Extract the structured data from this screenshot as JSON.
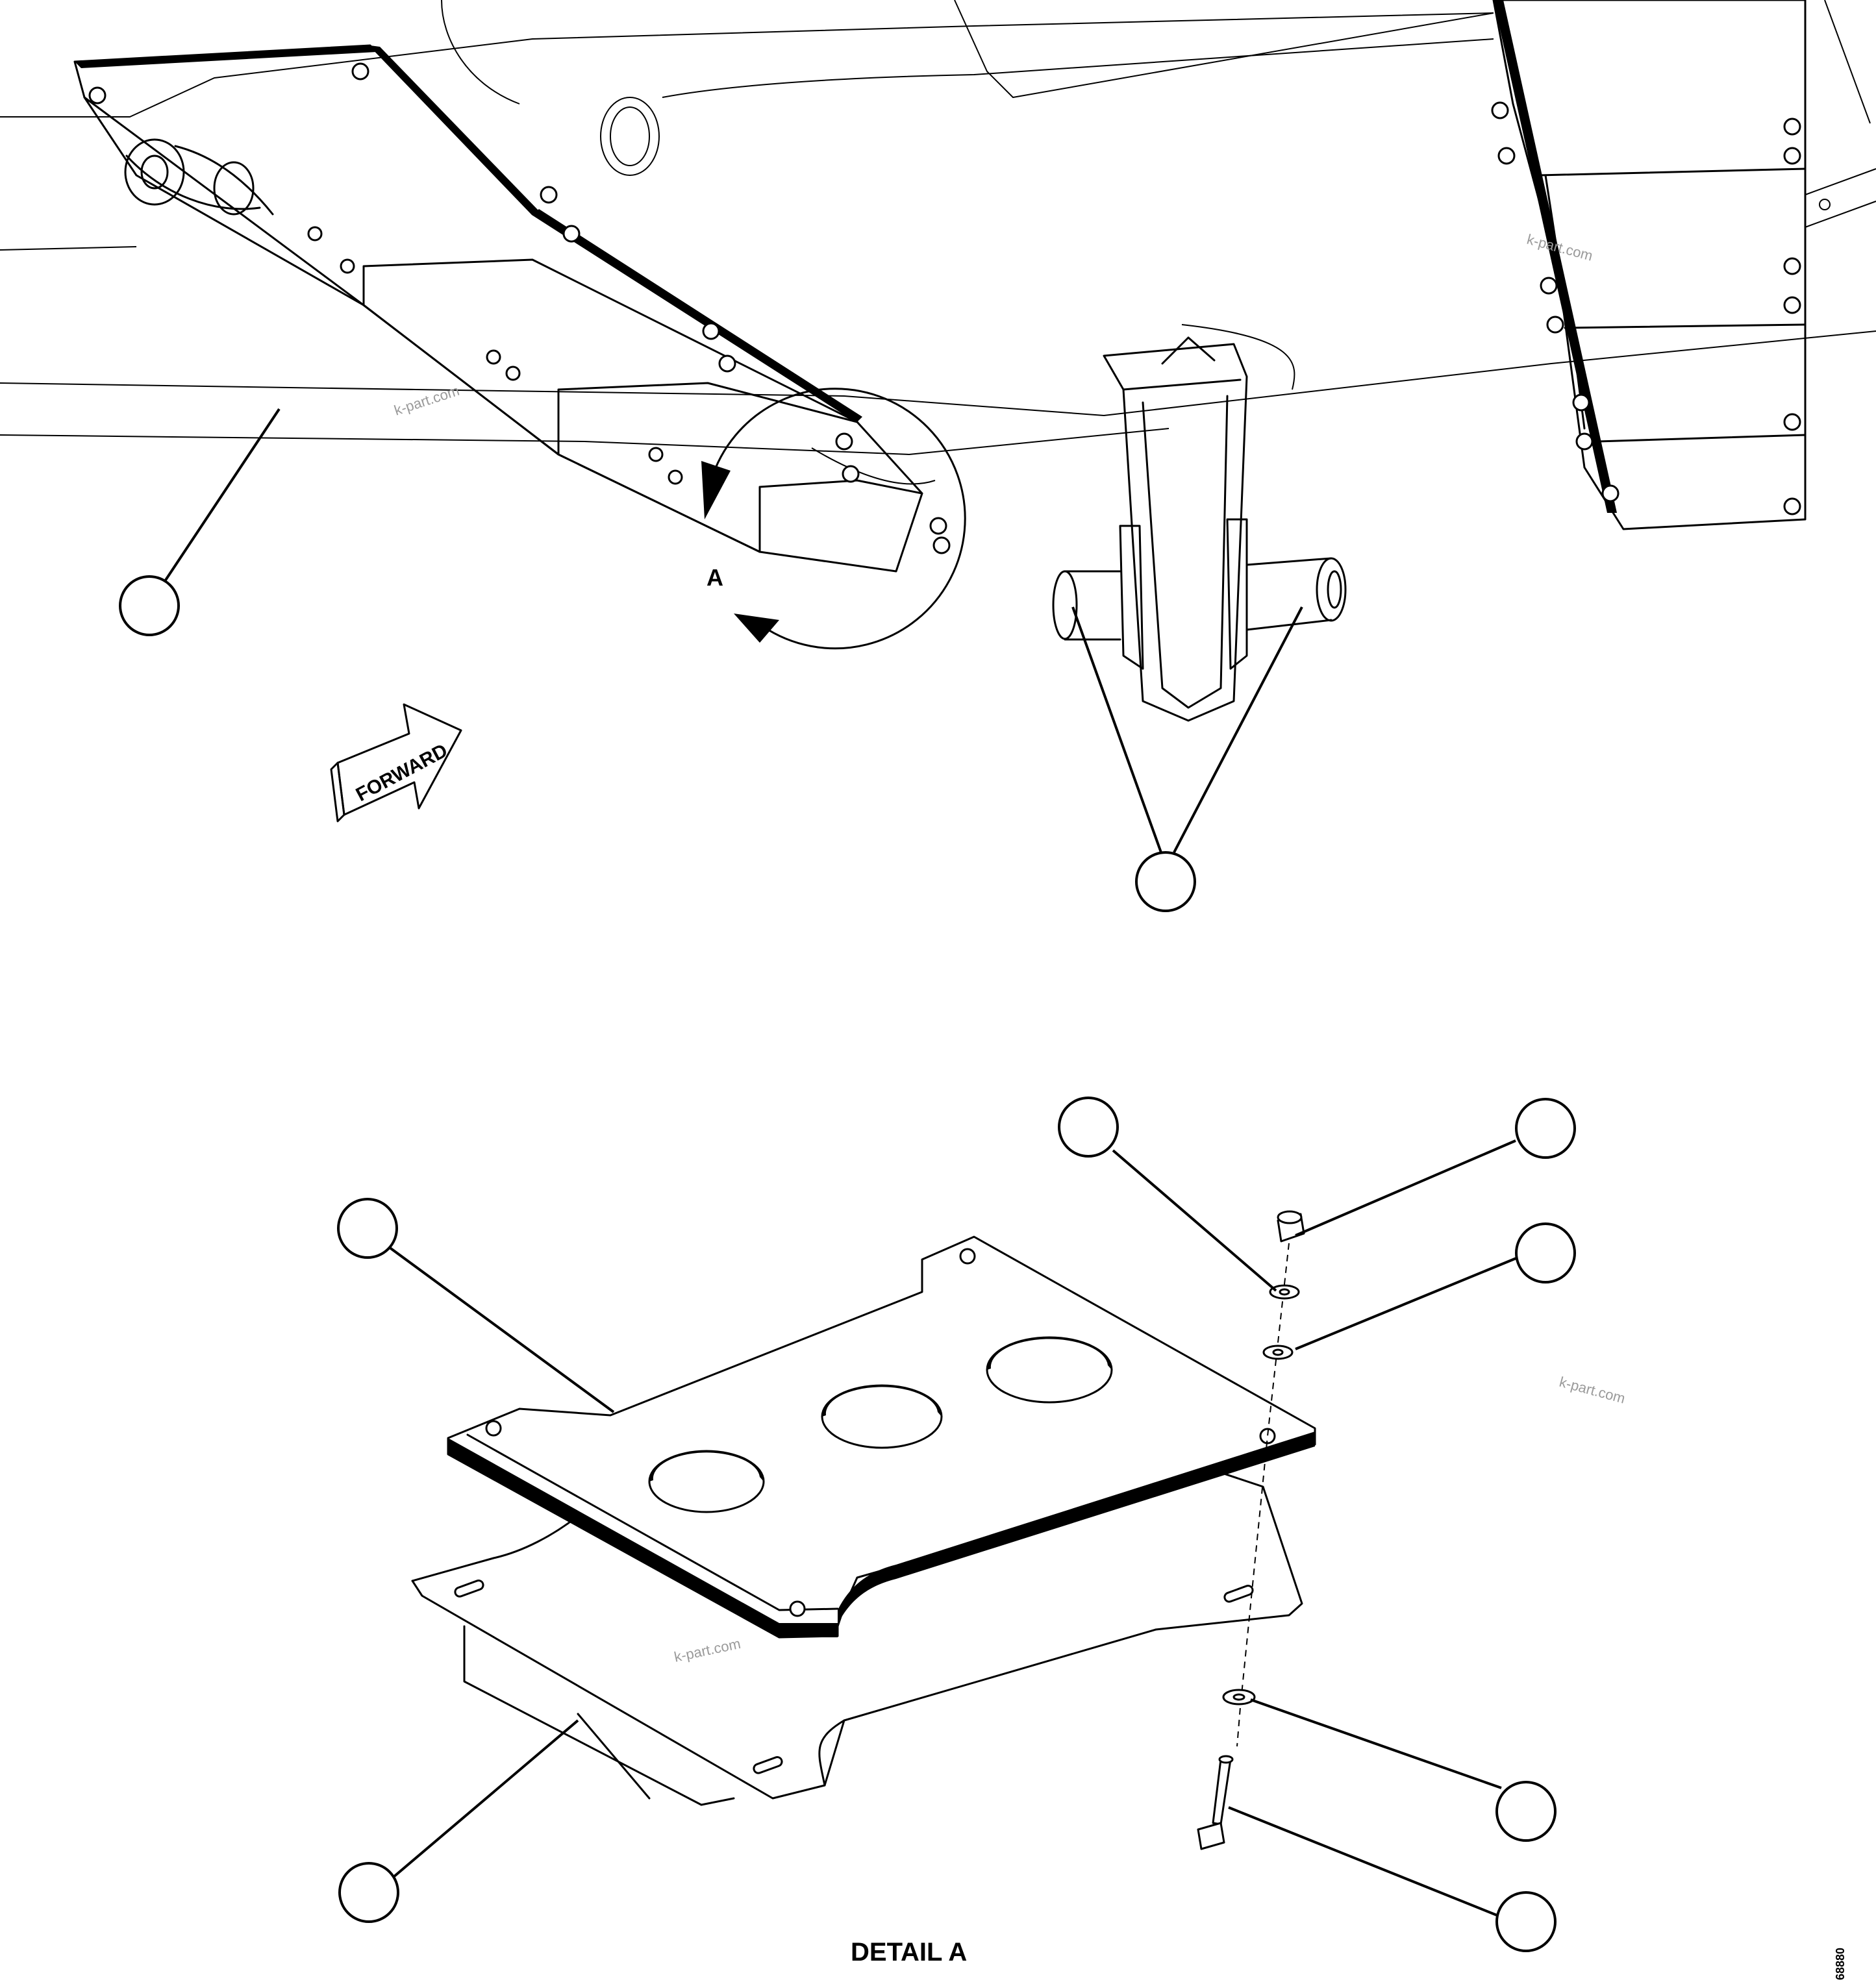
{
  "view_label": "A",
  "direction_label": "FORWARD",
  "detail_title": "DETAIL A",
  "figure_number": "68880",
  "watermarks": [
    "k-part.com",
    "k-part.com",
    "k-part.com",
    "k-part.com"
  ]
}
